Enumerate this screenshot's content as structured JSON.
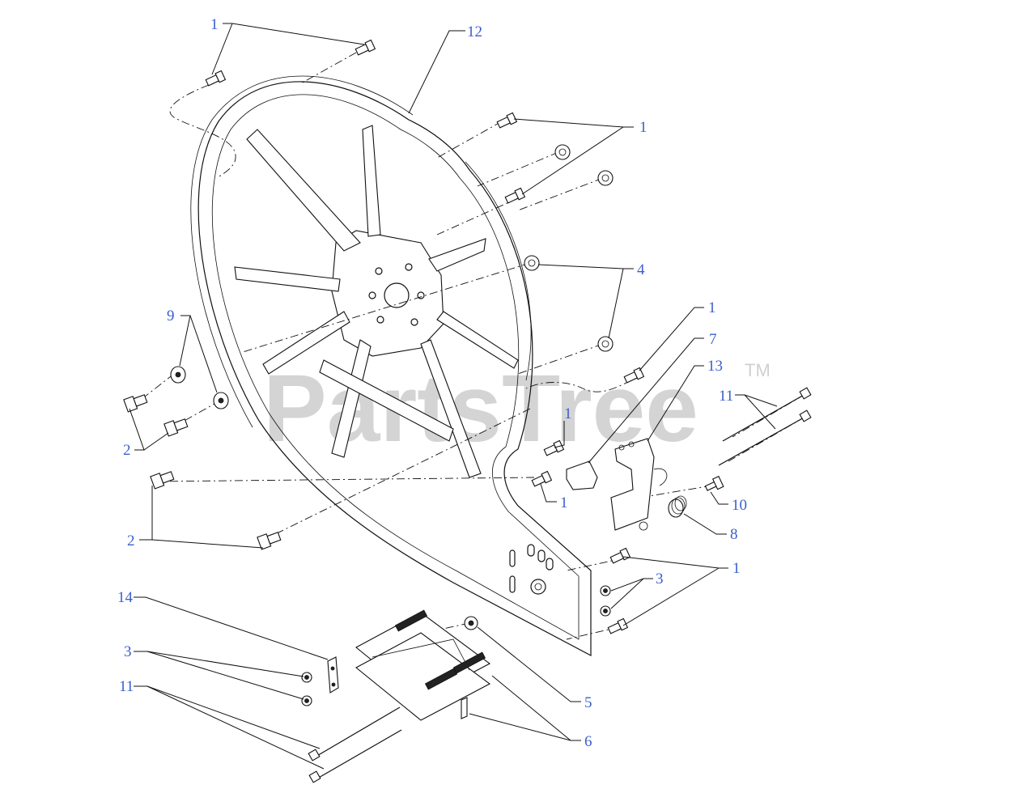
{
  "watermark": {
    "text": "PartsTree",
    "tm": "TM"
  },
  "callouts": {
    "c1a": "1",
    "c12": "12",
    "c1b": "1",
    "c4": "4",
    "c9": "9",
    "c1c": "1",
    "c7": "7",
    "c13": "13",
    "c11a": "11",
    "c2a": "2",
    "c1d": "1",
    "c1e": "1",
    "c10": "10",
    "c8": "8",
    "c2b": "2",
    "c1f": "1",
    "c3a": "3",
    "c14": "14",
    "c3b": "3",
    "c11b": "11",
    "c5": "5",
    "c6": "6"
  },
  "colors": {
    "callout": "#3a5fcd",
    "line": "#111111",
    "watermark": "#d4d4d4"
  }
}
